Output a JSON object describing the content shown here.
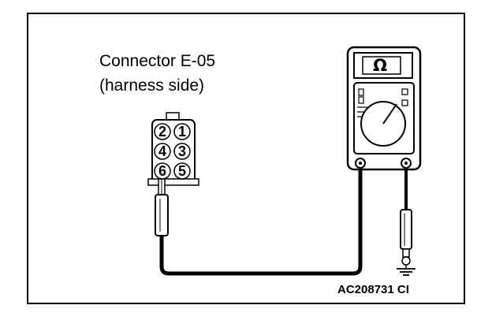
{
  "connector": {
    "title": "Connector E-05",
    "subtitle": "(harness side)",
    "pins": [
      "2",
      "1",
      "4",
      "3",
      "6",
      "5"
    ]
  },
  "meter": {
    "symbol": "Ω"
  },
  "reference_code": "AC208731 CI",
  "colors": {
    "line": "#000000",
    "background": "#ffffff"
  }
}
